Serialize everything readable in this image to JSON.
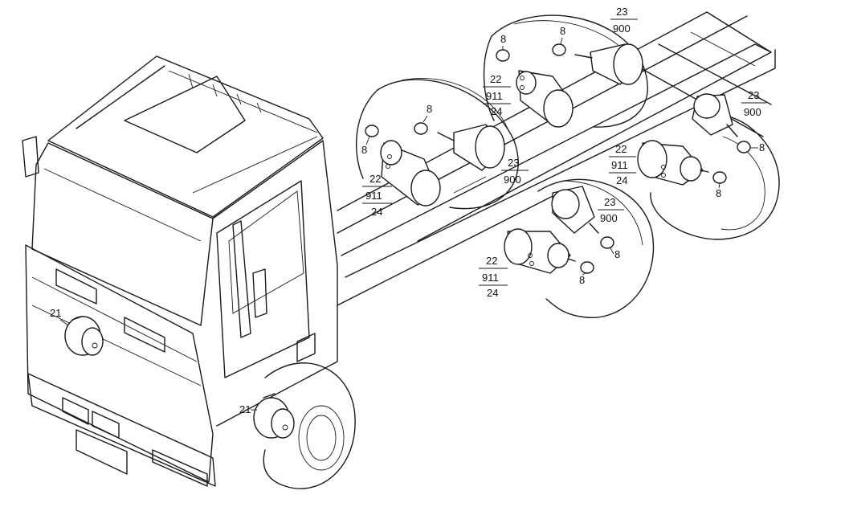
{
  "callouts": {
    "front_chamber_left": "21",
    "front_chamber_right": "21",
    "rear_left_cylinder": {
      "num": "22",
      "den1": "911",
      "den2": "24"
    },
    "rear_left_actuator": {
      "num": "23",
      "den": "900"
    },
    "rear_left_nut_a": "8",
    "rear_left_nut_b": "8",
    "rear_top_cylinder": {
      "num": "22",
      "den1": "911",
      "den2": "24"
    },
    "rear_top_actuator": {
      "num": "23",
      "den": "900"
    },
    "rear_top_nut_a": "8",
    "rear_top_nut_b": "8",
    "rear_right_actuator": {
      "num": "23",
      "den": "900"
    },
    "rear_right_cylinder": {
      "num": "22",
      "den1": "911",
      "den2": "24"
    },
    "rear_right_nut_a": "8",
    "rear_right_nut_b": "8",
    "rear_mid_actuator": {
      "num": "23",
      "den": "900"
    },
    "rear_mid_cylinder": {
      "num": "22",
      "den1": "911",
      "den2": "24"
    },
    "rear_mid_nut_a": "8",
    "rear_mid_nut_b": "8"
  }
}
